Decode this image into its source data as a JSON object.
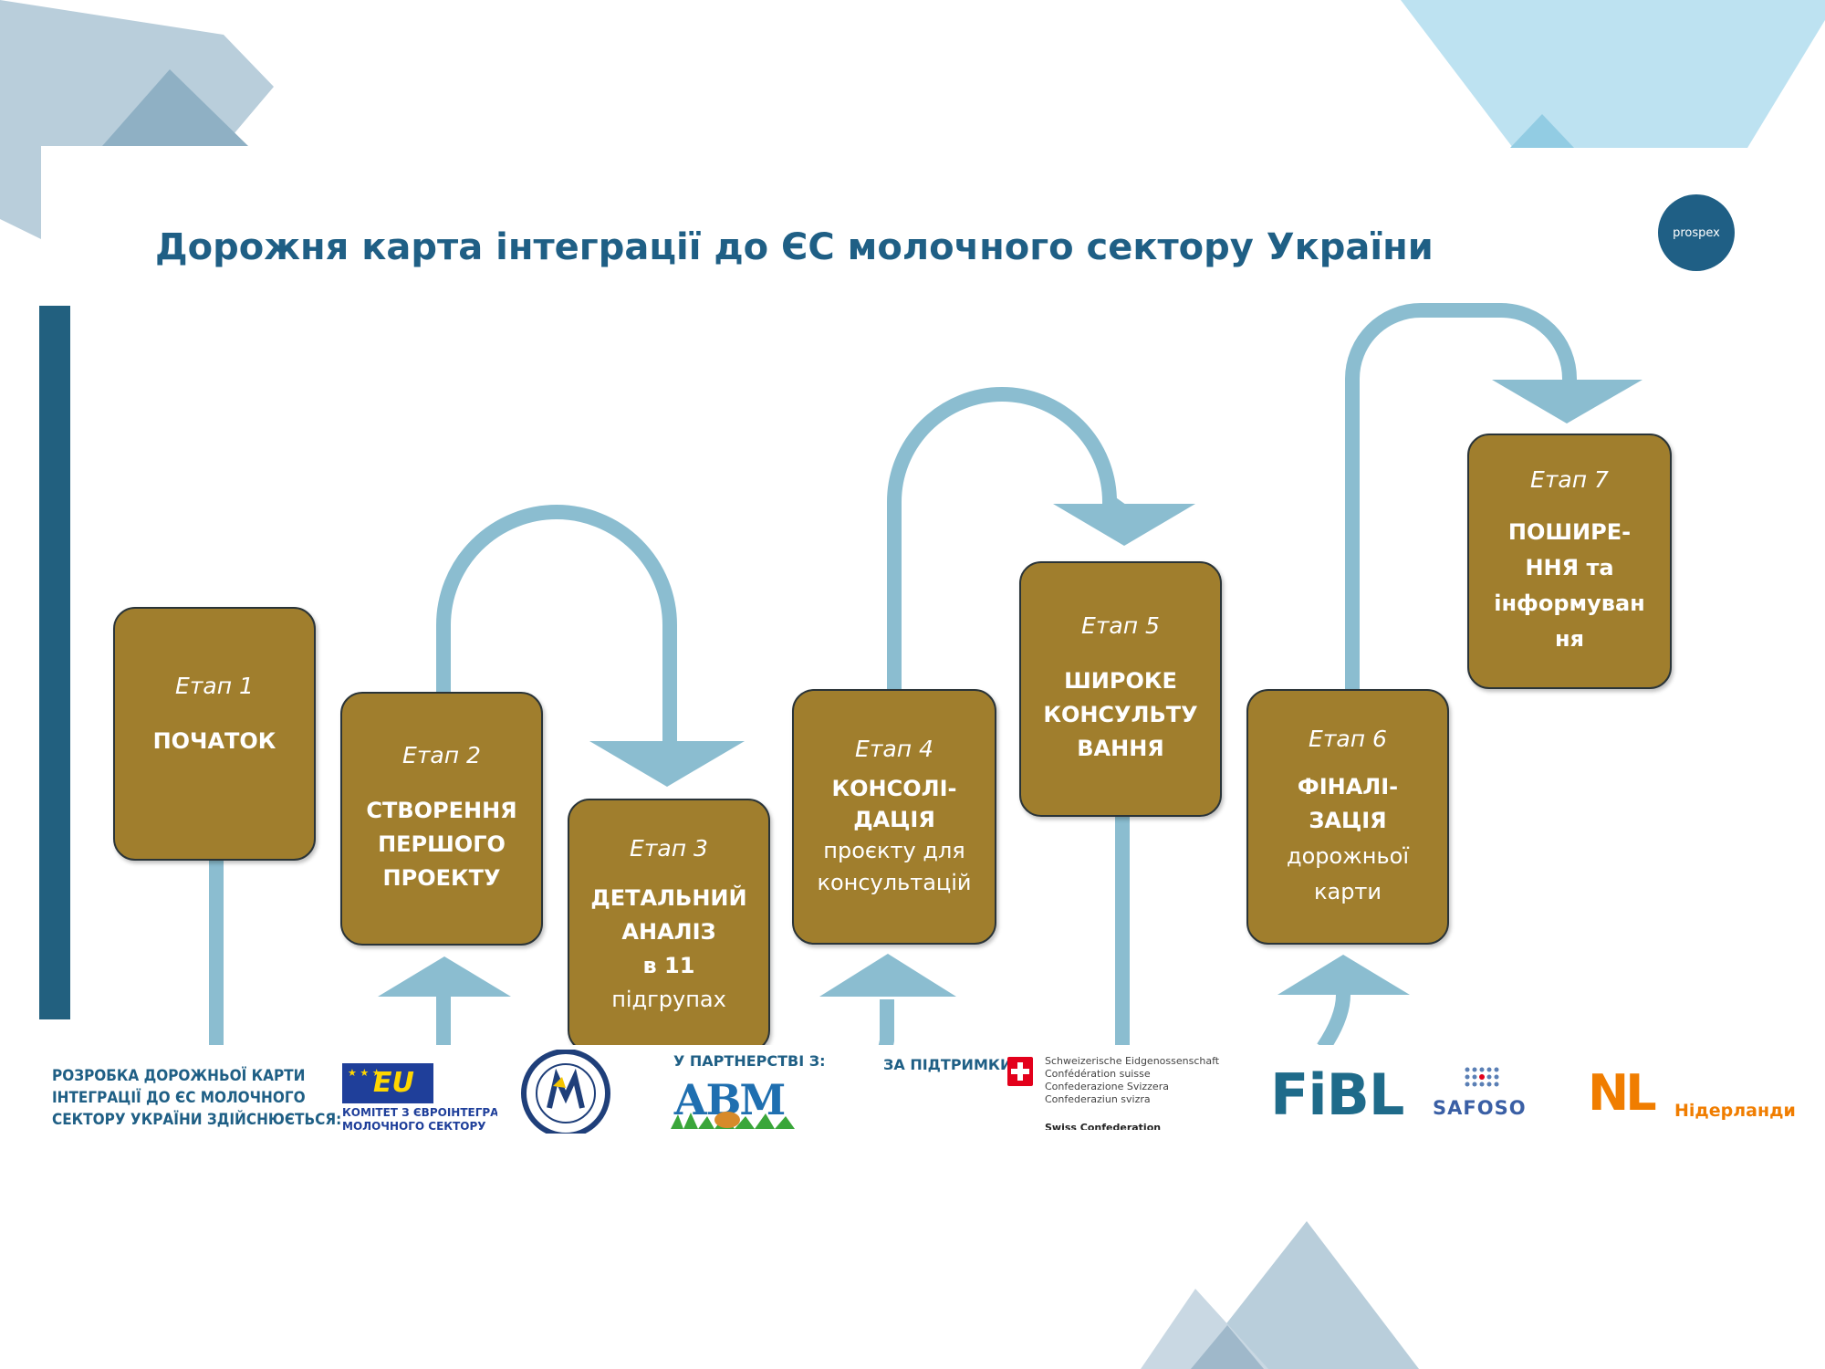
{
  "title": "Дорожня карта інтеграції до ЄС молочного сектору України",
  "logo_text": "prospex",
  "stages": [
    {
      "label": "Етап 1",
      "name": [
        "ПОЧАТОК"
      ],
      "sub": []
    },
    {
      "label": "Етап 2",
      "name": [
        "СТВОРЕННЯ",
        "ПЕРШОГО",
        "ПРОЕКТУ"
      ],
      "sub": []
    },
    {
      "label": "Етап 3",
      "name": [
        "ДЕТАЛЬНИЙ",
        "АНАЛІЗ",
        "в 11"
      ],
      "sub": [
        "підгрупах"
      ]
    },
    {
      "label": "Етап 4",
      "name": [
        "КОНСОЛІ-",
        "ДАЦІЯ"
      ],
      "sub": [
        "проєкту для",
        "консультацій"
      ]
    },
    {
      "label": "Етап 5",
      "name": [
        "ШИРОКЕ",
        "КОНСУЛЬТУ",
        "ВАННЯ"
      ],
      "sub": []
    },
    {
      "label": "Етап 6",
      "name": [
        "ФІНАЛІ-",
        "ЗАЦІЯ"
      ],
      "sub": [
        "дорожньої",
        "карти"
      ]
    },
    {
      "label": "Етап 7",
      "name": [
        "ПОШИРЕ-",
        "ННЯ та",
        "інформуван",
        "ня"
      ],
      "sub": []
    }
  ],
  "footer": {
    "intro": [
      "РОЗРОБКА ДОРОЖНЬОЇ КАРТИ",
      "ІНТЕГРАЦІЇ ДО ЄС МОЛОЧНОГО",
      "СЕКТОРУ УКРАЇНИ ЗДІЙСНЮЄТЬСЯ:"
    ],
    "eu_logo": "EU",
    "eu_caption": [
      "КОМІТЕТ З ЄВРОІНТЕГРАЦІЇ",
      "МОЛОЧНОГО СЕКТОРУ"
    ],
    "partnership_label": "У ПАРТНЕРСТВІ З:",
    "abm_logo": "АВМ",
    "support_label": "ЗА ПІДТРИМКИ:",
    "swiss_lines": [
      "Schweizerische Eidgenossenschaft",
      "Confédération suisse",
      "Confederazione Svizzera",
      "Confederaziun svizra"
    ],
    "swiss_bottom": "Swiss Confederation",
    "fibl": "FiBL",
    "safoso": "SAFOSO",
    "nl_mark": "NL",
    "nl_label": "Нідерланди"
  },
  "colors": {
    "title": "#1f5f85",
    "stage_fill": "#a07e2d",
    "arrow": "#8bbdd0",
    "side_bar": "#22607f",
    "nl_orange": "#f07d00"
  }
}
